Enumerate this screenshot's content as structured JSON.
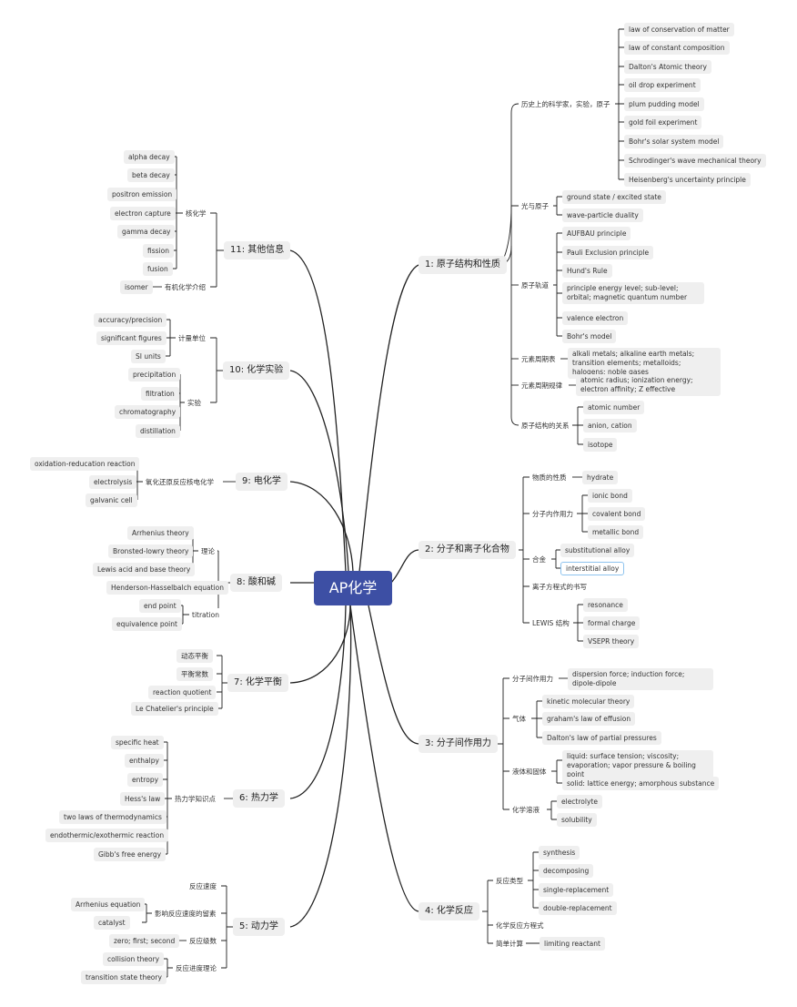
{
  "root": "AP化学",
  "branches": [
    {
      "title": "1: 原子结构和性质",
      "children": [
        {
          "label": "历史上的科学家，实验，原子",
          "children": [
            {
              "label": "law of conservation of matter"
            },
            {
              "label": "law of constant composition"
            },
            {
              "label": "Dalton's Atomic theory"
            },
            {
              "label": "oil drop experiment"
            },
            {
              "label": "plum pudding model"
            },
            {
              "label": "gold foil experiment"
            },
            {
              "label": "Bohr's solar system model"
            },
            {
              "label": "Schrodinger's wave mechanical theory"
            },
            {
              "label": "Heisenberg's uncertainty principle"
            }
          ]
        },
        {
          "label": "光与原子",
          "children": [
            {
              "label": "ground state / excited state"
            },
            {
              "label": "wave-particle duality"
            }
          ]
        },
        {
          "label": "原子轨道",
          "children": [
            {
              "label": "AUFBAU principle"
            },
            {
              "label": "Pauli Exclusion principle"
            },
            {
              "label": "Hund's Rule"
            },
            {
              "label": "principle energy level; sub-level; orbital; magnetic quantum number"
            },
            {
              "label": "valence electron"
            },
            {
              "label": "Bohr's model"
            }
          ]
        },
        {
          "label": "元素周期表",
          "children": [
            {
              "label": "alkali metals; alkaline earth metals; transition elements; metalloids; halogens; noble gases"
            }
          ]
        },
        {
          "label": "元素周期规律",
          "children": [
            {
              "label": "atomic radius; ionization energy; electron affinity; Z effective"
            }
          ]
        },
        {
          "label": "原子结构的关系",
          "children": [
            {
              "label": "atomic number"
            },
            {
              "label": "anion, cation"
            },
            {
              "label": "isotope"
            }
          ]
        }
      ]
    },
    {
      "title": "2: 分子和离子化合物",
      "children": [
        {
          "label": "物质的性质",
          "children": [
            {
              "label": "hydrate"
            }
          ]
        },
        {
          "label": "分子内作用力",
          "children": [
            {
              "label": "ionic bond"
            },
            {
              "label": "covalent bond"
            },
            {
              "label": "metallic bond"
            }
          ]
        },
        {
          "label": "合金",
          "children": [
            {
              "label": "substitutional alloy"
            },
            {
              "label": "interstitial alloy"
            }
          ]
        },
        {
          "label": "离子方程式的书写"
        },
        {
          "label": "LEWIS 结构",
          "children": [
            {
              "label": "resonance"
            },
            {
              "label": "formal charge"
            },
            {
              "label": "VSEPR theory"
            }
          ]
        }
      ]
    },
    {
      "title": "3: 分子间作用力",
      "children": [
        {
          "label": "分子间作用力",
          "children": [
            {
              "label": "dispersion force; induction force; dipole-dipole"
            }
          ]
        },
        {
          "label": "气体",
          "children": [
            {
              "label": "kinetic molecular theory"
            },
            {
              "label": "graham's law of effusion"
            },
            {
              "label": "Dalton's law of partial pressures"
            }
          ]
        },
        {
          "label": "液体和固体",
          "children": [
            {
              "label": "liquid: surface tension; viscosity; evaporation; vapor pressure & boiling point"
            },
            {
              "label": "solid: lattice energy; amorphous substance"
            }
          ]
        },
        {
          "label": "化学溶液",
          "children": [
            {
              "label": "electrolyte"
            },
            {
              "label": "solubility"
            }
          ]
        }
      ]
    },
    {
      "title": "4: 化学反应",
      "children": [
        {
          "label": "反应类型",
          "children": [
            {
              "label": "synthesis"
            },
            {
              "label": "decomposing"
            },
            {
              "label": "single-replacement"
            },
            {
              "label": "double-replacement"
            }
          ]
        },
        {
          "label": "化学反应方程式"
        },
        {
          "label": "简单计算",
          "children": [
            {
              "label": "limiting reactant"
            }
          ]
        }
      ]
    },
    {
      "title": "11: 其他信息",
      "children": [
        {
          "label": "核化学",
          "children": [
            {
              "label": "alpha decay"
            },
            {
              "label": "beta decay"
            },
            {
              "label": "positron emission"
            },
            {
              "label": "electron capture"
            },
            {
              "label": "gamma decay"
            },
            {
              "label": "fission"
            },
            {
              "label": "fusion"
            }
          ]
        },
        {
          "label": "有机化学介绍",
          "children": [
            {
              "label": "isomer"
            }
          ]
        }
      ]
    },
    {
      "title": "10: 化学实验",
      "children": [
        {
          "label": "计量单位",
          "children": [
            {
              "label": "accuracy/precision"
            },
            {
              "label": "significant figures"
            },
            {
              "label": "SI units"
            }
          ]
        },
        {
          "label": "实验",
          "children": [
            {
              "label": "precipitation"
            },
            {
              "label": "filtration"
            },
            {
              "label": "chromatography"
            },
            {
              "label": "distillation"
            }
          ]
        }
      ]
    },
    {
      "title": "9: 电化学",
      "children": [
        {
          "label": "氧化还原反应核电化学",
          "children": [
            {
              "label": "oxidation-reducation reaction"
            },
            {
              "label": "electrolysis"
            },
            {
              "label": "galvanic cell"
            }
          ]
        }
      ]
    },
    {
      "title": "8: 酸和碱",
      "children": [
        {
          "label": "理论",
          "children": [
            {
              "label": "Arrhenius theory"
            },
            {
              "label": "Bronsted-lowry theory"
            },
            {
              "label": "Lewis acid and base theory"
            }
          ]
        },
        {
          "label": "Henderson-Hasselbalch equation"
        },
        {
          "label": "titration",
          "children": [
            {
              "label": "end point"
            },
            {
              "label": "equivalence point"
            }
          ]
        }
      ]
    },
    {
      "title": "7: 化学平衡",
      "children": [
        {
          "label": "动态平衡"
        },
        {
          "label": "平衡常数"
        },
        {
          "label": "reaction quotient"
        },
        {
          "label": "Le Chatelier's principle"
        }
      ]
    },
    {
      "title": "6: 热力学",
      "children": [
        {
          "label": "热力学知识点",
          "children": [
            {
              "label": "specific heat"
            },
            {
              "label": "enthalpy"
            },
            {
              "label": "entropy"
            },
            {
              "label": "Hess's law"
            },
            {
              "label": "two laws of thermodynamics"
            },
            {
              "label": "endothermic/exothermic reaction"
            },
            {
              "label": "Gibb's free energy"
            }
          ]
        }
      ]
    },
    {
      "title": "5: 动力学",
      "children": [
        {
          "label": "反应速度"
        },
        {
          "label": "影响反应速度的留素",
          "children": [
            {
              "label": "Arrhenius equation"
            },
            {
              "label": "catalyst"
            }
          ]
        },
        {
          "label": "反应级数",
          "children": [
            {
              "label": "zero; first; second"
            }
          ]
        },
        {
          "label": "反应进度理论",
          "children": [
            {
              "label": "collision theory"
            },
            {
              "label": "transition state theory"
            }
          ]
        }
      ]
    }
  ]
}
